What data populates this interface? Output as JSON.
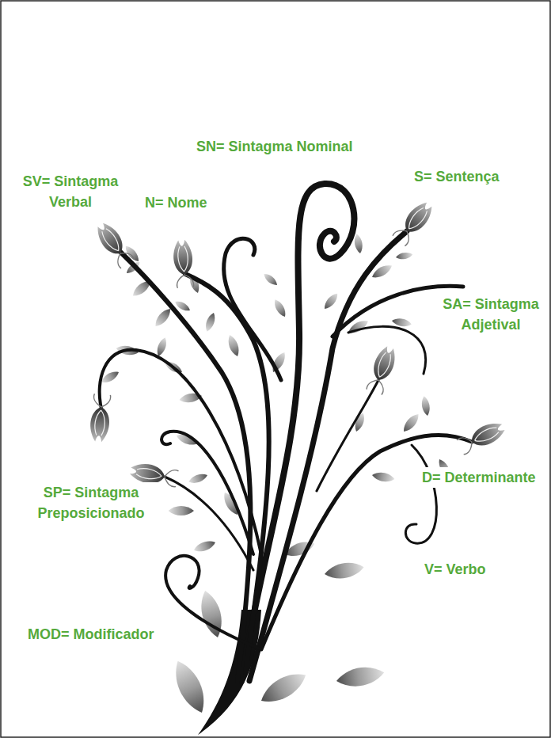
{
  "diagram": {
    "labels": [
      "SN= Sintagma Nominal",
      "SV= Sintagma Verbal",
      "N= Nome",
      "S= Sentença",
      "SA= Sintagma Adjetival",
      "D= Determinante",
      "SP= Sintagma Preposicionado",
      "V= Verbo",
      "MOD= Modificador"
    ]
  }
}
